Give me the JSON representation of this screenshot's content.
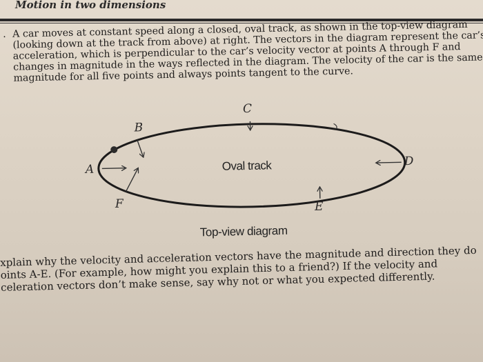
{
  "header": {
    "title": "Motion in two dimensions"
  },
  "problem": {
    "number": ".",
    "lines": [
      "A car moves at constant speed along a closed, oval track, as shown in the top-view diagram",
      "(looking down at the track from above) at right.  The vectors in the diagram represent the car’s",
      "acceleration, which is perpendicular to the car’s velocity vector at points A through F and",
      "changes in magnitude in the ways reflected in the diagram.  The velocity of the car is the same",
      "magnitude for all five points and always points tangent to the curve."
    ]
  },
  "diagram": {
    "points": {
      "A": "A",
      "B": "B",
      "C": "C",
      "D": "D",
      "E": "E",
      "F": "F"
    },
    "track_label": "Oval track",
    "caption": "Top-view diagram"
  },
  "explain": {
    "lines": [
      "xplain why the velocity and acceleration vectors have the magnitude and direction they do",
      "oints A-E.  (For example, how might you explain this to a friend?)  If the velocity and",
      "celeration vectors don’t make sense, say why not or what you expected differently."
    ]
  }
}
